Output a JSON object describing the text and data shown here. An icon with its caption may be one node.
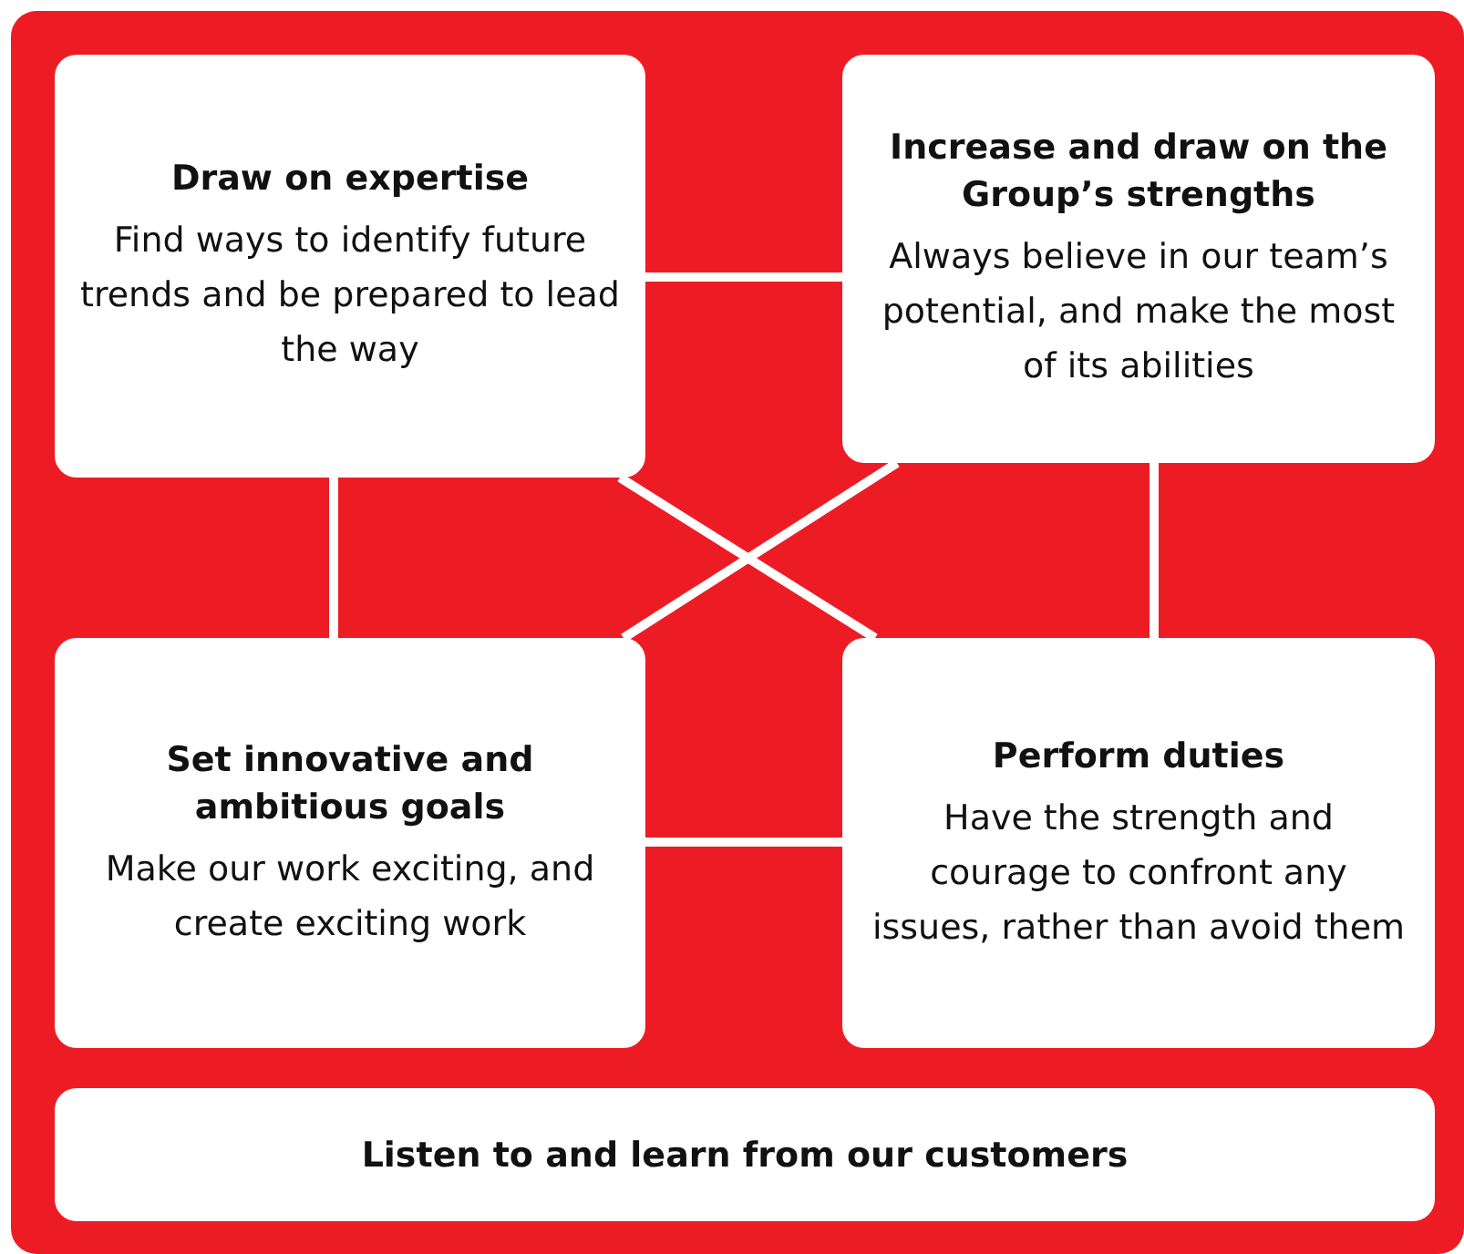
{
  "diagram": {
    "nodes": [
      {
        "text": [
          "Draw on expertise",
          "Find ways to identify future trends and be prepared to lead the way"
        ]
      },
      {
        "text": [
          "Increase and draw on the Group’s strengths",
          "Always believe in our team’s potential, and make the most of its abilities"
        ]
      },
      {
        "text": [
          "Set innovative and ambitious goals",
          "Make our work exciting, and create exciting work"
        ]
      },
      {
        "text": [
          "Perform duties",
          "Have the strength and courage to confront any issues, rather than avoid them"
        ]
      },
      {
        "text": [
          "Listen to and learn from our customers"
        ]
      }
    ],
    "edges": [
      {
        "from": 0,
        "to": 1,
        "arrow": "none"
      },
      {
        "from": 0,
        "to": 2,
        "arrow": "none"
      },
      {
        "from": 1,
        "to": 3,
        "arrow": "none"
      },
      {
        "from": 2,
        "to": 3,
        "arrow": "none"
      },
      {
        "from": 0,
        "to": 3,
        "arrow": "none"
      },
      {
        "from": 1,
        "to": 2,
        "arrow": "none"
      }
    ]
  }
}
